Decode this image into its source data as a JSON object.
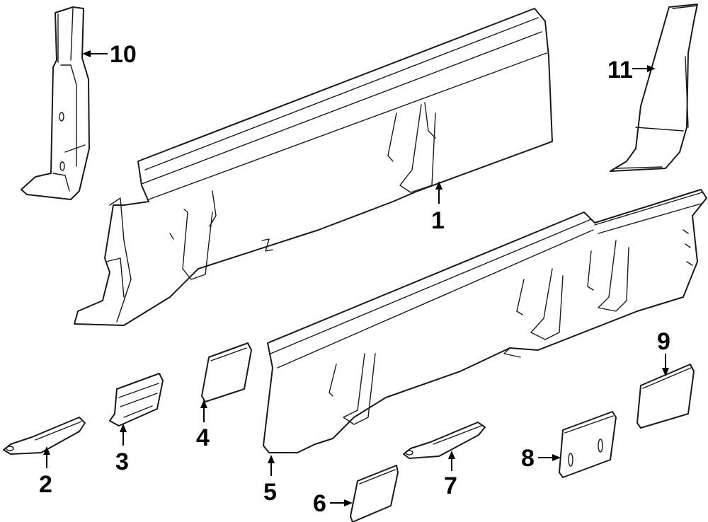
{
  "callouts": [
    {
      "id": "p1",
      "label": "1"
    },
    {
      "id": "p2",
      "label": "2"
    },
    {
      "id": "p3",
      "label": "3"
    },
    {
      "id": "p4",
      "label": "4"
    },
    {
      "id": "p5",
      "label": "5"
    },
    {
      "id": "p6",
      "label": "6"
    },
    {
      "id": "p7",
      "label": "7"
    },
    {
      "id": "p8",
      "label": "8"
    },
    {
      "id": "p9",
      "label": "9"
    },
    {
      "id": "p10",
      "label": "10"
    },
    {
      "id": "p11",
      "label": "11"
    }
  ],
  "colors": {
    "line": "#1a1a1a",
    "background": "#ffffff"
  }
}
